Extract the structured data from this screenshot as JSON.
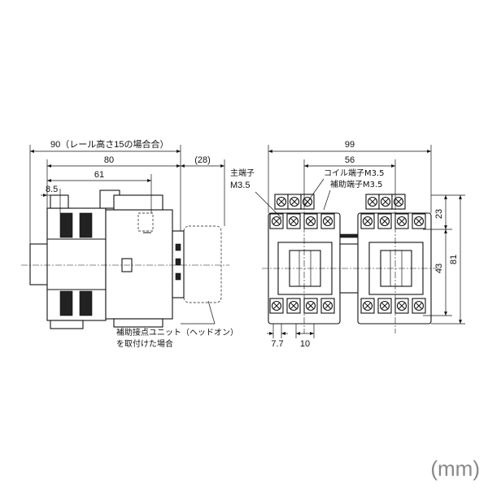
{
  "dimensions": {
    "side": {
      "overall_with_rail": "90（レール高さ15の場合合）",
      "body": "80",
      "mount": "61",
      "rail": "8.5",
      "aux_unit": "(28)"
    },
    "front": {
      "width": "99",
      "terminal_pitch": "56",
      "top_to_coil": "23",
      "coil_height": "43",
      "height": "81",
      "edge": "7.7",
      "pitch": "10"
    }
  },
  "labels": {
    "main_terminal": "主端子",
    "main_terminal_screw": "M3.5",
    "coil_terminal": "コイル端子M3.5",
    "aux_terminal": "補助端子M3.5",
    "aux_unit_note_line1": "補助接点ユニット（ヘッドオン）",
    "aux_unit_note_line2": "を取付けた場合"
  },
  "unit_label": "(mm)"
}
